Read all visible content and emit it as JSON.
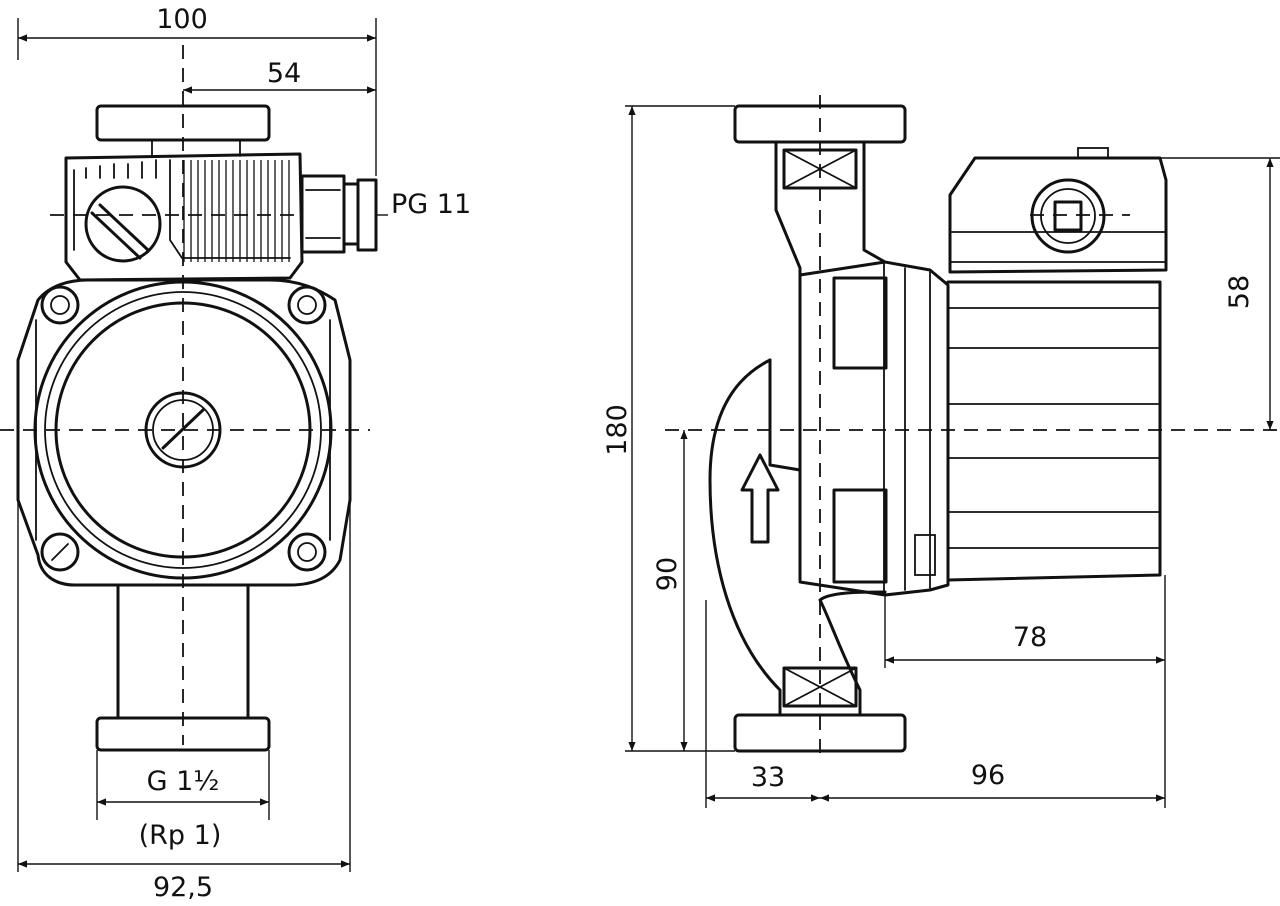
{
  "labels": {
    "front": {
      "width_overall": "100",
      "offset_box": "54",
      "cable_gland": "PG 11",
      "thread": "G 1½",
      "thread_inner": "(Rp 1)",
      "width_body": "92,5"
    },
    "side": {
      "height_overall": "180",
      "height_motor": "58",
      "axis_height": "90",
      "motor_length": "78",
      "inlet_offset": "33",
      "depth": "96"
    }
  },
  "colors": {
    "line": "#111111",
    "background": "#ffffff"
  }
}
